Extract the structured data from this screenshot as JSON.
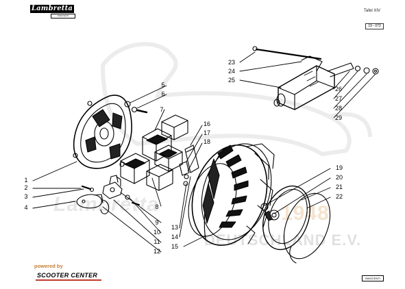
{
  "brand": {
    "name": "Lambretta",
    "sub": "INNOCENTI"
  },
  "plate": {
    "title": "Tafel XIV",
    "ref": "19 - 073"
  },
  "watermark": {
    "main": "Lambretta",
    "club_number": "1948",
    "club": "DEUTSCHLAND E.V."
  },
  "footer": {
    "powered_by": "powered by",
    "sponsor": "SCOOTER CENTER",
    "maker": "INNOCENTI",
    "accent_color": "#c0392b",
    "powered_color": "#c77c34"
  },
  "callouts": [
    {
      "id": "1",
      "label": "1"
    },
    {
      "id": "2",
      "label": "2"
    },
    {
      "id": "3",
      "label": "3"
    },
    {
      "id": "4",
      "label": "4"
    },
    {
      "id": "5",
      "label": "5"
    },
    {
      "id": "6",
      "label": "6"
    },
    {
      "id": "7",
      "label": "7"
    },
    {
      "id": "8",
      "label": "8"
    },
    {
      "id": "9",
      "label": "9"
    },
    {
      "id": "10",
      "label": "10"
    },
    {
      "id": "11",
      "label": "11"
    },
    {
      "id": "12",
      "label": "12"
    },
    {
      "id": "13",
      "label": "13"
    },
    {
      "id": "14",
      "label": "14"
    },
    {
      "id": "15",
      "label": "15"
    },
    {
      "id": "16",
      "label": "16"
    },
    {
      "id": "17",
      "label": "17"
    },
    {
      "id": "18",
      "label": "18"
    },
    {
      "id": "19",
      "label": "19"
    },
    {
      "id": "20",
      "label": "20"
    },
    {
      "id": "21",
      "label": "21"
    },
    {
      "id": "22",
      "label": "22"
    },
    {
      "id": "23",
      "label": "23"
    },
    {
      "id": "24",
      "label": "24"
    },
    {
      "id": "25",
      "label": "25"
    },
    {
      "id": "26",
      "label": "26"
    },
    {
      "id": "27",
      "label": "27"
    },
    {
      "id": "28",
      "label": "28"
    },
    {
      "id": "29",
      "label": "29"
    }
  ]
}
